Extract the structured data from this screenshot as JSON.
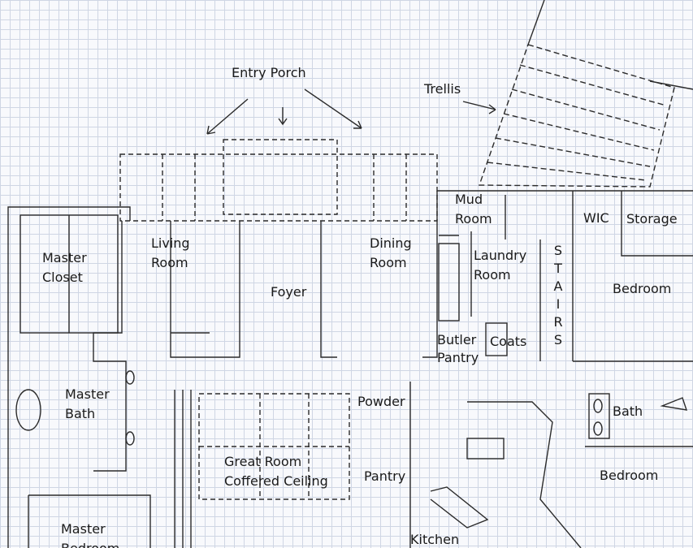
{
  "title": "Hand-drawn floor plan",
  "labels": {
    "entry_porch": "Entry Porch",
    "trellis": "Trellis",
    "mud_room": [
      "Mud",
      "Room"
    ],
    "wic": "WIC",
    "storage": "Storage",
    "master_closet": [
      "Master",
      "Closet"
    ],
    "living_room": [
      "Living",
      "Room"
    ],
    "dining_room": [
      "Dining",
      "Room"
    ],
    "laundry_room": [
      "Laundry",
      "Room"
    ],
    "stairs": "STAIRS",
    "bedroom_upper": "Bedroom",
    "foyer": "Foyer",
    "butler_pantry": [
      "Butler",
      "Pantry"
    ],
    "coats": "Coats",
    "master_bath": [
      "Master",
      "Bath"
    ],
    "powder": "Powder",
    "bath": "Bath",
    "great_room": [
      "Great Room",
      "Coffered Ceiling"
    ],
    "pantry": "Pantry",
    "bedroom_lower": "Bedroom",
    "master_bedroom": [
      "Master",
      "Bedroom"
    ],
    "kitchen": "Kitchen"
  },
  "colors": {
    "ink": "#2a2a2a",
    "grid": "#cfd6e4",
    "paper": "#f8f9fc"
  }
}
